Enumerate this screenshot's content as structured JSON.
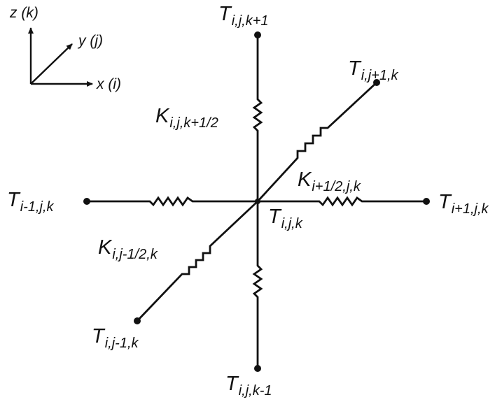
{
  "axes": {
    "z": "z (k)",
    "y": "y (j)",
    "x": "x (i)"
  },
  "nodes": {
    "top": {
      "main": "T",
      "sub": "i,j,k+1"
    },
    "bottom": {
      "main": "T",
      "sub": "i,j,k-1"
    },
    "left": {
      "main": "T",
      "sub": "i-1,j,k"
    },
    "right": {
      "main": "T",
      "sub": "i+1,j,k"
    },
    "center": {
      "main": "T",
      "sub": "i,j,k"
    },
    "back": {
      "main": "T",
      "sub": "i,j+1,k"
    },
    "front": {
      "main": "T",
      "sub": "i,j-1,k"
    }
  },
  "conductances": {
    "z_upper": {
      "main": "K",
      "sub": "i,j,k+1/2"
    },
    "x_right": {
      "main": "K",
      "sub": "i+1/2,j,k"
    },
    "y_front": {
      "main": "K",
      "sub": "i,j-1/2,k"
    }
  },
  "colors": {
    "ink": "#111111",
    "background": "#ffffff"
  }
}
